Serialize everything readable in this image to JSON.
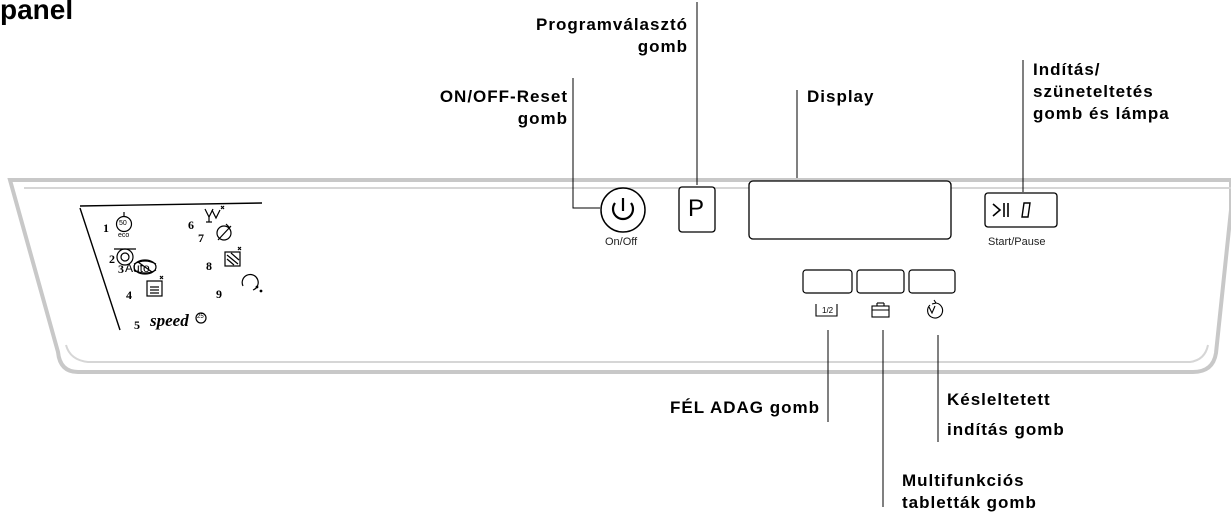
{
  "title": "panel",
  "callouts": {
    "program_select": {
      "line1": "Programválasztó",
      "line2": "gomb"
    },
    "on_off_reset": {
      "line1": "ON/OFF-Reset",
      "line2": "gomb"
    },
    "display": {
      "line1": "Display"
    },
    "start_pause": {
      "line1": "Indítás/",
      "line2": "szüneteltetés",
      "line3": "gomb és lámpa"
    },
    "half_load": {
      "line1": "FÉL ADAG gomb"
    },
    "delayed_start": {
      "line1": "Késleltetett",
      "line2": "indítás gomb"
    },
    "multi_tablets": {
      "line1": "Multifunkciós",
      "line2": "tabletták gomb"
    }
  },
  "panel_labels": {
    "on_off": "On/Off",
    "start_pause": "Start/Pause",
    "program_button": "P",
    "half": "1/2",
    "eco": "eco",
    "fifty": "50",
    "auto": "Auto",
    "speed": "speed",
    "speed_num": "25"
  },
  "programs": [
    {
      "number": "1",
      "icon": "eco-50-icon"
    },
    {
      "number": "2",
      "icon": "auto-pot-icon"
    },
    {
      "number": "3",
      "icon": "quick-wash-icon"
    },
    {
      "number": "4",
      "icon": "soak-pot-icon"
    },
    {
      "number": "5",
      "icon": "speed-icon"
    },
    {
      "number": "6",
      "icon": "glasses-icon"
    },
    {
      "number": "7",
      "icon": "no-dry-icon"
    },
    {
      "number": "8",
      "icon": "rinse-pot-icon"
    },
    {
      "number": "9",
      "icon": "night-moon-icon"
    }
  ]
}
